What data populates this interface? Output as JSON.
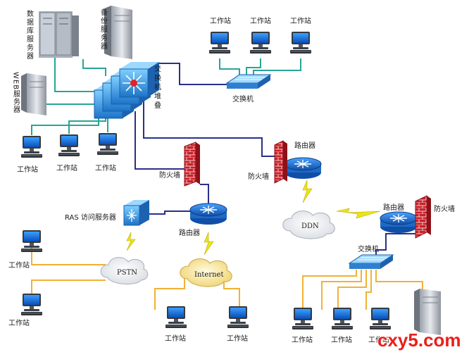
{
  "labels": {
    "db_server": "数据库服务器",
    "backup_server": "备份服务器",
    "web_server": "WEB服务器",
    "switch_stack": "交换机堆叠",
    "workstation": "工作站",
    "switch": "交换机",
    "firewall": "防火墙",
    "router": "路由器",
    "ras_server": "RAS 访问服务器",
    "pstn": "PSTN",
    "internet": "Internet",
    "ddn": "DDN"
  },
  "watermark": "cxy5.com",
  "colors": {
    "lan_cable": "#27a596",
    "trunk_cable": "#2b2f8a",
    "dial_cable": "#f2b134",
    "wireless_bolt": "#e9e51a",
    "router_blue": "#1f69c6",
    "firewall_red": "#c8202a",
    "watermark": "#e8201c"
  }
}
